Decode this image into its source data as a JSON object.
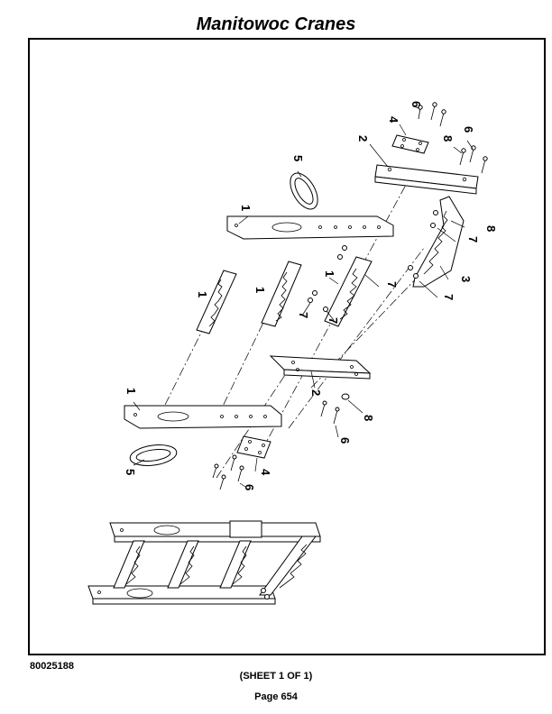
{
  "header": {
    "title": "Manitowoc Cranes"
  },
  "diagram": {
    "callouts": {
      "c1a": "1",
      "c1b": "1",
      "c1c": "1",
      "c1d": "1",
      "c1e": "1",
      "c2a": "2",
      "c2b": "2",
      "c3": "3",
      "c4a": "4",
      "c4b": "4",
      "c5a": "5",
      "c5b": "5",
      "c6a": "6",
      "c6b": "6",
      "c6c": "6",
      "c6d": "6",
      "c7a": "7",
      "c7b": "7",
      "c7c": "7",
      "c7d": "7",
      "c8a": "8",
      "c8b": "8",
      "c8c": "8"
    }
  },
  "footer": {
    "doc_number": "80025188",
    "sheet": "(SHEET 1 OF 1)",
    "page": "Page 654"
  }
}
